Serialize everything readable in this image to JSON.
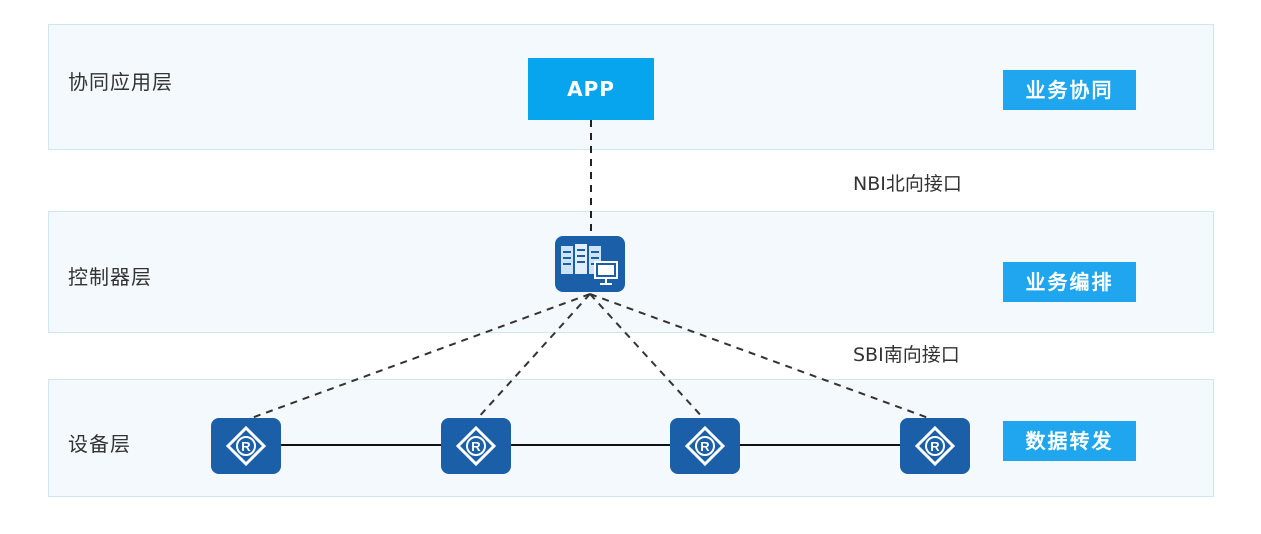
{
  "layers": {
    "collab": {
      "label": "协同应用层",
      "tag": "业务协同"
    },
    "controller": {
      "label": "控制器层",
      "tag": "业务编排"
    },
    "device": {
      "label": "设备层",
      "tag": "数据转发"
    }
  },
  "app": {
    "label": "APP"
  },
  "interfaces": {
    "northbound": "NBI北向接口",
    "southbound": "SBI南向接口"
  },
  "icons": {
    "controller": "server-controller-icon",
    "router": "router-icon"
  },
  "colors": {
    "accent": "#1fa6ee",
    "device": "#1a5fa8",
    "layer_bg": "#f3f9fc"
  }
}
